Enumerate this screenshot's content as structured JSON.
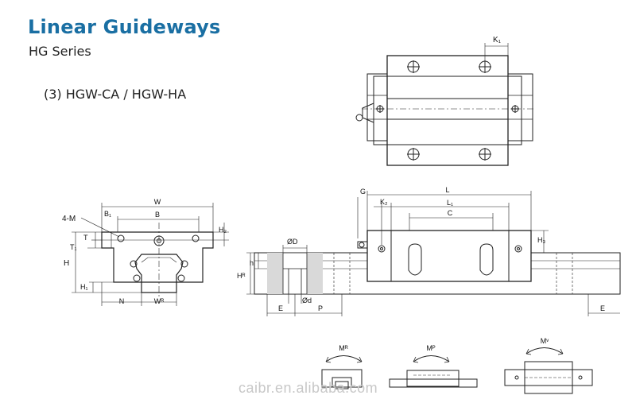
{
  "header": {
    "title": "Linear Guideways",
    "subtitle": "HG Series",
    "model": "(3) HGW-CA / HGW-HA"
  },
  "top_view": {
    "k1": "K₁"
  },
  "front_view": {
    "w": "W",
    "b": "B",
    "b1": "B₁",
    "m": "4-M",
    "t": "T",
    "t1": "T₁",
    "h": "H",
    "h1": "H₁",
    "h2": "H₂",
    "n": "N",
    "wr": "Wᴿ"
  },
  "side_view": {
    "g": "G",
    "l": "L",
    "k2": "K₂",
    "l1": "L₁",
    "c": "C",
    "h3": "H₃",
    "od": "ØD",
    "h": "h",
    "hr": "Hᴿ",
    "d": "Ød",
    "e": "E",
    "p": "P",
    "e2": "E"
  },
  "moments": {
    "mr": "Mᴿ",
    "mp": "Mᴾ",
    "my": "Mᵛ"
  },
  "watermark": "caibr.en.alibaba.com",
  "colors": {
    "title": "#1a6fa3",
    "rail_shade": "#d9d9d9"
  }
}
